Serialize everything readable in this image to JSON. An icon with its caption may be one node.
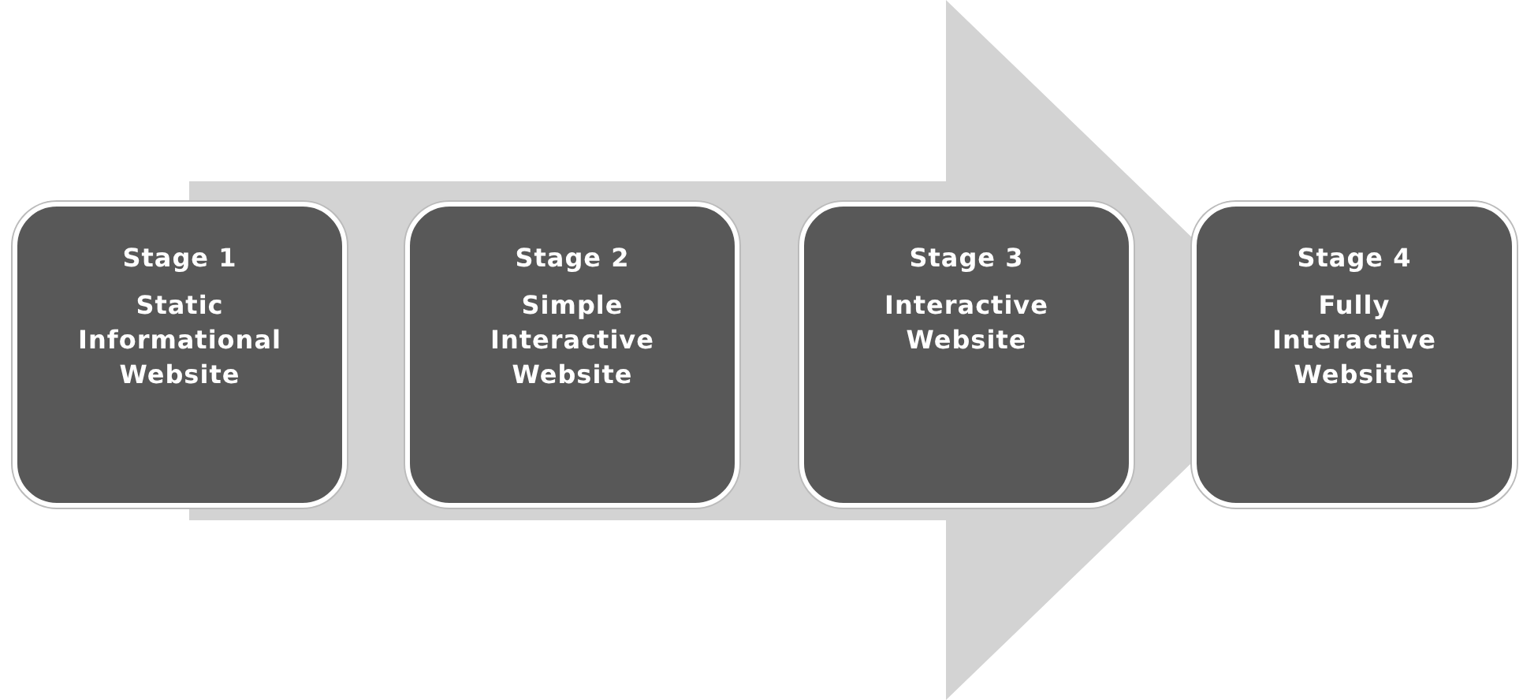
{
  "diagram": {
    "nodes": [
      {
        "text": [
          "Stage 1",
          "Static Informational Website"
        ]
      },
      {
        "text": [
          "Stage 2",
          "Simple Interactive Website"
        ]
      },
      {
        "text": [
          "Stage 3",
          "Interactive Website"
        ]
      },
      {
        "text": [
          "Stage 4",
          "Fully Interactive Website"
        ]
      }
    ],
    "edges": [
      {
        "from": 0,
        "to": 3,
        "arrow": "to",
        "style": "thick"
      }
    ]
  }
}
